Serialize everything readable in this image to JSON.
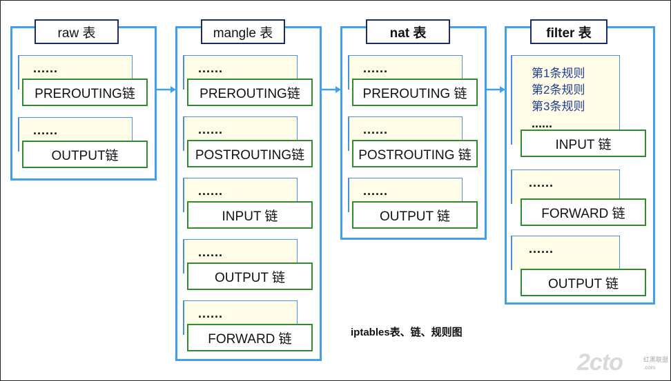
{
  "tables": [
    {
      "name": "raw 表",
      "chains": [
        "PREROUTING链",
        "OUTPUT链"
      ],
      "dots": "......"
    },
    {
      "name": "mangle 表",
      "chains": [
        "PREROUTING链",
        "POSTROUTING链",
        "INPUT 链",
        "OUTPUT 链",
        "FORWARD 链"
      ],
      "dots": "......"
    },
    {
      "name": "nat 表",
      "chains": [
        "PREROUTING 链",
        "POSTROUTING 链",
        "OUTPUT 链"
      ],
      "dots": "......"
    },
    {
      "name": "filter 表",
      "rules": [
        "第1条规则",
        "第2条规则",
        "第3条规则"
      ],
      "rules_dots": "......",
      "chains": [
        "INPUT 链",
        "FORWARD 链",
        "OUTPUT 链"
      ],
      "dots": "......"
    }
  ],
  "caption": "iptables表、链、规则图",
  "watermark": {
    "logo": "2cto",
    "suffix": ".com",
    "cn": "红黑联盟"
  },
  "colors": {
    "table_border": "#3fa0ef",
    "title_border": "#1e2a66",
    "chain_border": "#2e8b2e",
    "chain_back": "#fffde8",
    "rule_text": "#1f3c8f"
  }
}
